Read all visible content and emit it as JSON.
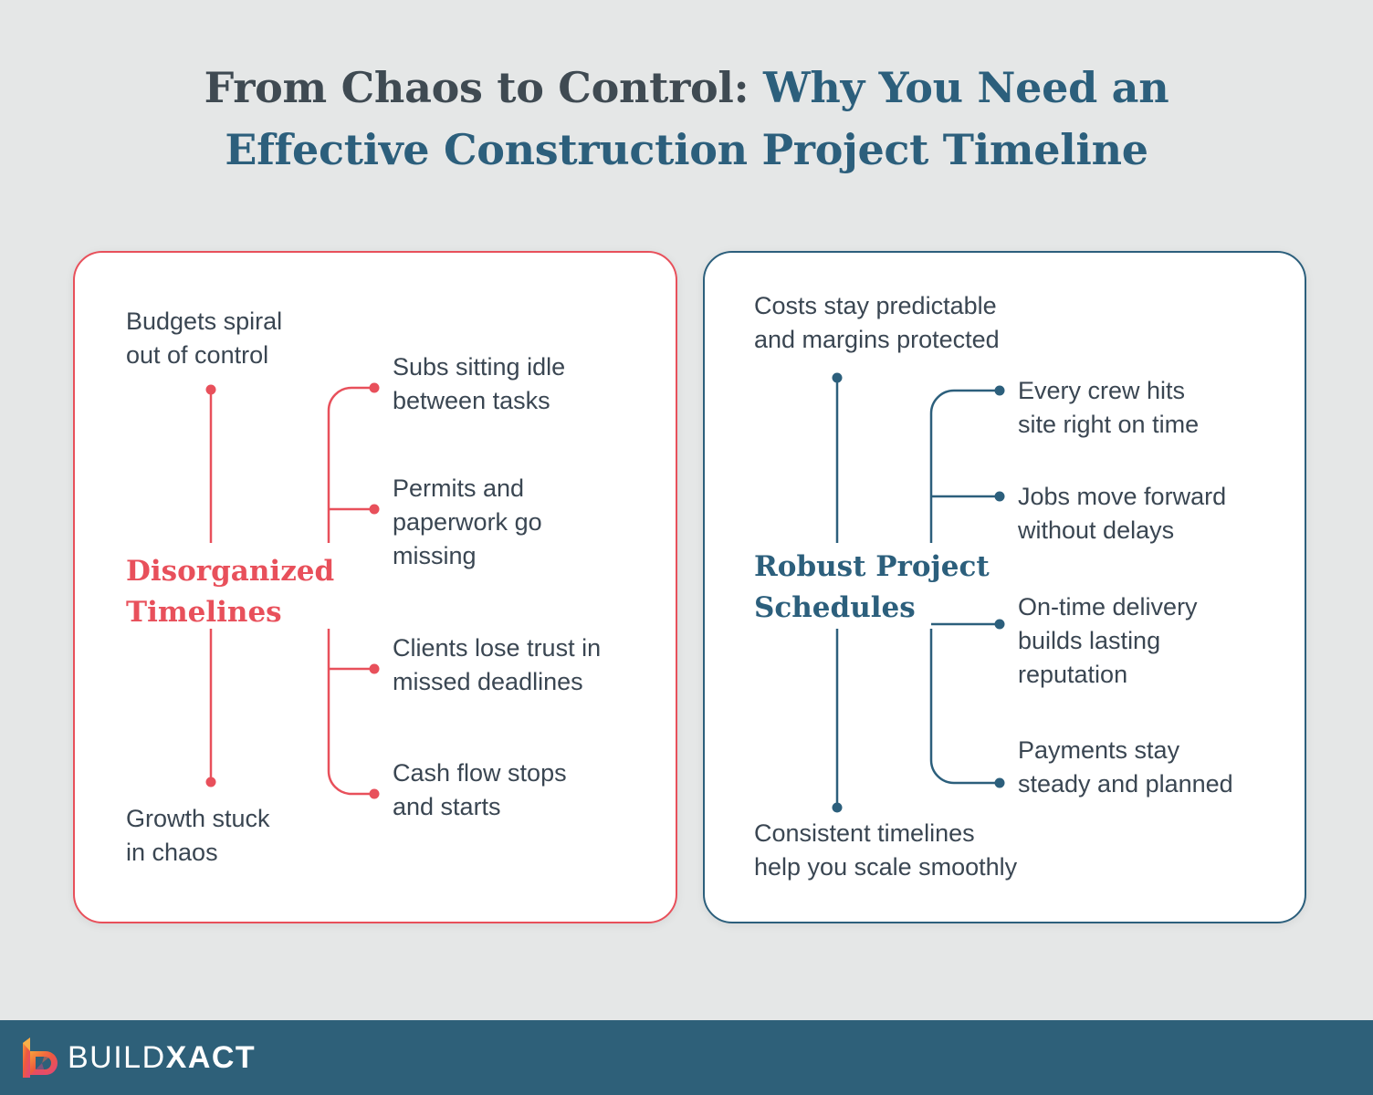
{
  "title": {
    "line1_dark": "From Chaos to Control:",
    "line1_blue": "Why You Need an",
    "line2_blue": "Effective Construction Project Timeline"
  },
  "colors": {
    "background": "#e5e7e7",
    "red_accent": "#e8505b",
    "blue_accent": "#2c5f7c",
    "footer_bar": "#2e6079",
    "body_text": "#3a4652",
    "title_dark": "#3f4a52",
    "card_fill": "#ffffff"
  },
  "panels": [
    {
      "id": "disorganized",
      "accent": "#e8505b",
      "heading": "Disorganized\nTimelines",
      "top_note": "Budgets spiral\nout of control",
      "bottom_note": "Growth stuck\nin chaos",
      "branches": [
        "Subs sitting idle\nbetween tasks",
        "Permits and\npaperwork go\nmissing",
        "Clients lose trust in\nmissed deadlines",
        "Cash flow stops\nand starts"
      ]
    },
    {
      "id": "robust",
      "accent": "#2c5f7c",
      "heading": "Robust Project\nSchedules",
      "top_note": "Costs stay predictable\nand margins protected",
      "bottom_note": "Consistent timelines\nhelp you scale smoothly",
      "branches": [
        "Every crew hits\nsite right on time",
        "Jobs move forward\nwithout delays",
        "On-time delivery\nbuilds lasting\nreputation",
        "Payments stay\nsteady and planned"
      ]
    }
  ],
  "footer": {
    "logo_mark": "buildxact-b-logo-icon",
    "logo_build": "BUILD",
    "logo_xact": "XACT"
  }
}
